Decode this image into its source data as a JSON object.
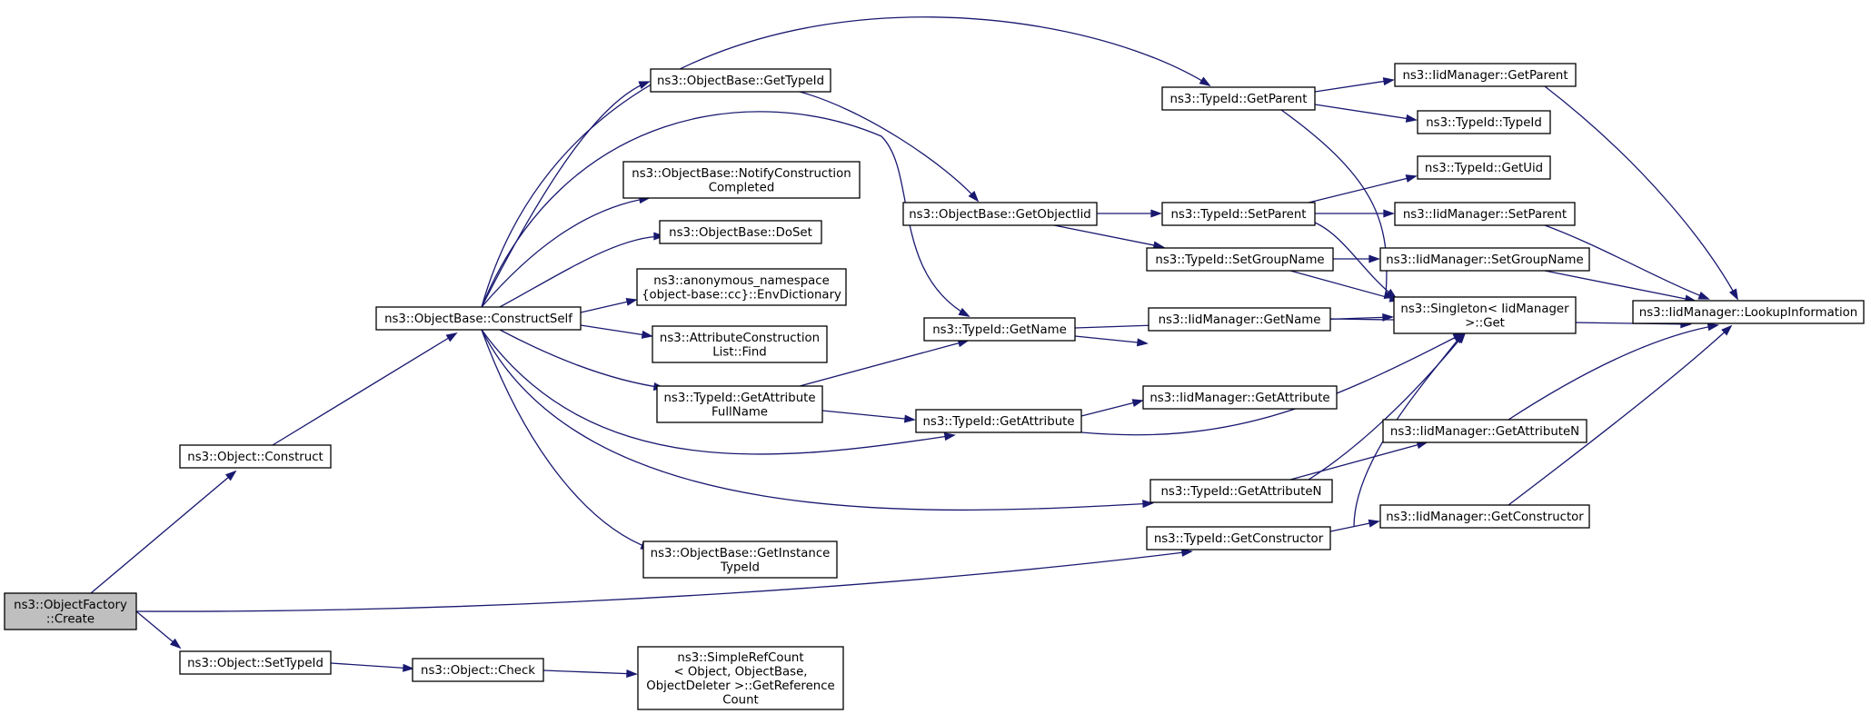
{
  "colors": {
    "edge": "#191970",
    "root_fill": "#bfbfbf",
    "node_fill": "#ffffff",
    "border": "#000000"
  },
  "nodes": [
    {
      "id": "create",
      "lines": [
        "ns3::ObjectFactory",
        "::Create"
      ],
      "root": true
    },
    {
      "id": "construct",
      "lines": [
        "ns3::Object::Construct"
      ]
    },
    {
      "id": "settypeid",
      "lines": [
        "ns3::Object::SetTypeId"
      ]
    },
    {
      "id": "constructself",
      "lines": [
        "ns3::ObjectBase::ConstructSelf"
      ]
    },
    {
      "id": "check",
      "lines": [
        "ns3::Object::Check"
      ]
    },
    {
      "id": "getrefcount",
      "lines": [
        "ns3::SimpleRefCount",
        "< Object, ObjectBase,",
        " ObjectDeleter >::GetReference",
        "Count"
      ]
    },
    {
      "id": "ob_gettypeid",
      "lines": [
        "ns3::ObjectBase::GetTypeId"
      ]
    },
    {
      "id": "ob_notify",
      "lines": [
        "ns3::ObjectBase::NotifyConstruction",
        "Completed"
      ]
    },
    {
      "id": "ob_doset",
      "lines": [
        "ns3::ObjectBase::DoSet"
      ]
    },
    {
      "id": "anon_envdict",
      "lines": [
        "ns3::anonymous_namespace",
        "{object-base::cc}::EnvDictionary"
      ]
    },
    {
      "id": "attr_find",
      "lines": [
        "ns3::AttributeConstruction",
        "List::Find"
      ]
    },
    {
      "id": "t_getattrfullname",
      "lines": [
        "ns3::TypeId::GetAttribute",
        "FullName"
      ]
    },
    {
      "id": "ob_getinstance",
      "lines": [
        "ns3::ObjectBase::GetInstance",
        "TypeId"
      ]
    },
    {
      "id": "ob_getobjectiid",
      "lines": [
        "ns3::ObjectBase::GetObjectIid"
      ]
    },
    {
      "id": "t_getname",
      "lines": [
        "ns3::TypeId::GetName"
      ]
    },
    {
      "id": "t_getattribute",
      "lines": [
        "ns3::TypeId::GetAttribute"
      ]
    },
    {
      "id": "t_getparent",
      "lines": [
        "ns3::TypeId::GetParent"
      ]
    },
    {
      "id": "t_setparent",
      "lines": [
        "ns3::TypeId::SetParent"
      ]
    },
    {
      "id": "t_setgroupname",
      "lines": [
        "ns3::TypeId::SetGroupName"
      ]
    },
    {
      "id": "m_getname",
      "lines": [
        "ns3::IidManager::GetName"
      ]
    },
    {
      "id": "m_getattribute",
      "lines": [
        "ns3::IidManager::GetAttribute"
      ]
    },
    {
      "id": "t_getattributen",
      "lines": [
        "ns3::TypeId::GetAttributeN"
      ]
    },
    {
      "id": "t_getconstructor",
      "lines": [
        "ns3::TypeId::GetConstructor"
      ]
    },
    {
      "id": "m_getparent",
      "lines": [
        "ns3::IidManager::GetParent"
      ]
    },
    {
      "id": "t_typeid",
      "lines": [
        "ns3::TypeId::TypeId"
      ]
    },
    {
      "id": "t_getuid",
      "lines": [
        "ns3::TypeId::GetUid"
      ]
    },
    {
      "id": "m_setparent",
      "lines": [
        "ns3::IidManager::SetParent"
      ]
    },
    {
      "id": "m_setgroupname",
      "lines": [
        "ns3::IidManager::SetGroupName"
      ]
    },
    {
      "id": "singleton_get",
      "lines": [
        "ns3::Singleton< IidManager",
        " >::Get"
      ]
    },
    {
      "id": "m_getattributen",
      "lines": [
        "ns3::IidManager::GetAttributeN"
      ]
    },
    {
      "id": "m_getconstructor",
      "lines": [
        "ns3::IidManager::GetConstructor"
      ]
    },
    {
      "id": "m_lookupinfo",
      "lines": [
        "ns3::IidManager::LookupInformation"
      ]
    }
  ],
  "edges": [
    [
      "create",
      "construct"
    ],
    [
      "create",
      "settypeid"
    ],
    [
      "create",
      "t_getconstructor"
    ],
    [
      "construct",
      "constructself"
    ],
    [
      "settypeid",
      "check"
    ],
    [
      "check",
      "getrefcount"
    ],
    [
      "constructself",
      "ob_gettypeid"
    ],
    [
      "constructself",
      "ob_notify"
    ],
    [
      "constructself",
      "ob_doset"
    ],
    [
      "constructself",
      "anon_envdict"
    ],
    [
      "constructself",
      "attr_find"
    ],
    [
      "constructself",
      "t_getattrfullname"
    ],
    [
      "constructself",
      "ob_getinstance"
    ],
    [
      "constructself",
      "t_getparent"
    ],
    [
      "constructself",
      "t_getname"
    ],
    [
      "constructself",
      "t_getattribute"
    ],
    [
      "constructself",
      "t_getattributen"
    ],
    [
      "ob_gettypeid",
      "ob_getobjectiid"
    ],
    [
      "ob_getobjectiid",
      "t_setparent"
    ],
    [
      "ob_getobjectiid",
      "t_setgroupname"
    ],
    [
      "t_getattrfullname",
      "t_getname"
    ],
    [
      "t_getattrfullname",
      "t_getattribute"
    ],
    [
      "t_getname",
      "singleton_get"
    ],
    [
      "t_getname",
      "m_getname"
    ],
    [
      "t_getattribute",
      "m_getattribute"
    ],
    [
      "t_getattribute",
      "singleton_get"
    ],
    [
      "t_getparent",
      "m_getparent"
    ],
    [
      "t_getparent",
      "t_typeid"
    ],
    [
      "t_getparent",
      "singleton_get"
    ],
    [
      "t_setparent",
      "t_getuid"
    ],
    [
      "t_setparent",
      "m_setparent"
    ],
    [
      "t_setparent",
      "singleton_get"
    ],
    [
      "t_setgroupname",
      "m_setgroupname"
    ],
    [
      "t_setgroupname",
      "singleton_get"
    ],
    [
      "t_getattributen",
      "m_getattributen"
    ],
    [
      "t_getattributen",
      "singleton_get"
    ],
    [
      "t_getconstructor",
      "m_getconstructor"
    ],
    [
      "t_getconstructor",
      "singleton_get"
    ],
    [
      "m_getname",
      "m_lookupinfo"
    ],
    [
      "m_getparent",
      "m_lookupinfo"
    ],
    [
      "m_setparent",
      "m_lookupinfo"
    ],
    [
      "m_setgroupname",
      "m_lookupinfo"
    ],
    [
      "m_getattributen",
      "m_lookupinfo"
    ],
    [
      "m_getconstructor",
      "m_lookupinfo"
    ]
  ]
}
